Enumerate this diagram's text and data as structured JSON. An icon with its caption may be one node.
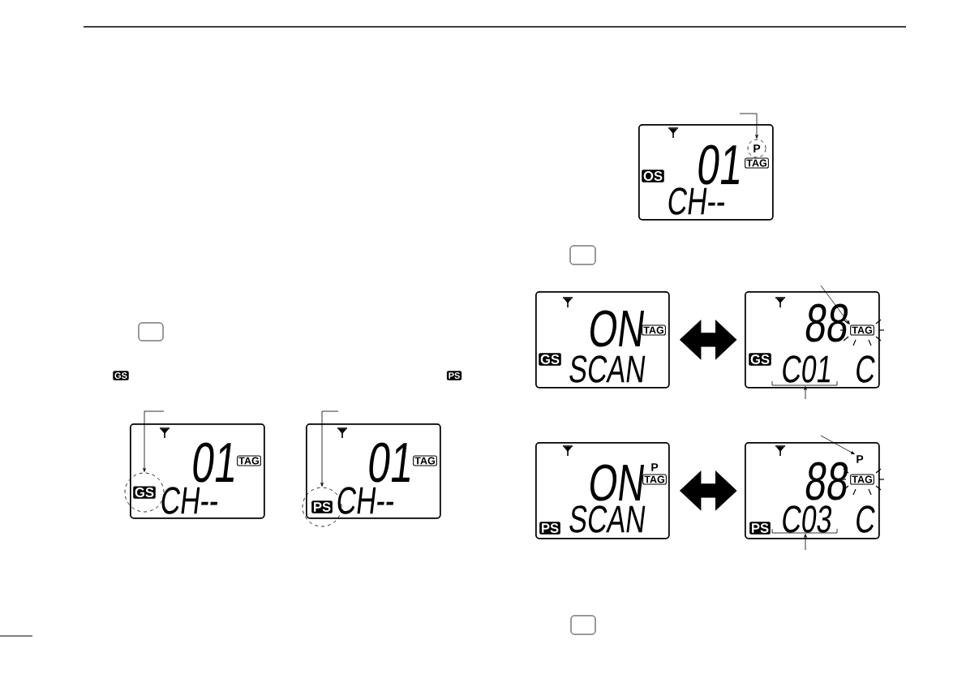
{
  "diagram": {
    "nodes": [
      {
        "text": [
          "GS"
        ]
      },
      {
        "text": [
          "PS"
        ]
      },
      {
        "text": [
          "01",
          "CH--"
        ]
      },
      {
        "text": [
          "GS"
        ],
        "in": 2
      },
      {
        "text": [
          "TAG"
        ],
        "in": 2
      },
      {
        "text": [
          "01",
          "CH--"
        ]
      },
      {
        "text": [
          "PS"
        ],
        "in": 5
      },
      {
        "text": [
          "TAG"
        ],
        "in": 5
      },
      {
        "text": [
          "01",
          "CH--"
        ]
      },
      {
        "text": [
          "OS"
        ],
        "in": 8
      },
      {
        "text": [
          "P"
        ],
        "in": 8
      },
      {
        "text": [
          "TAG"
        ],
        "in": 8
      },
      {
        "text": [
          "ON",
          "SCAN"
        ]
      },
      {
        "text": [
          "GS"
        ],
        "in": 12
      },
      {
        "text": [
          "TAG"
        ],
        "in": 12
      },
      {
        "text": [
          "88",
          "C"
        ]
      },
      {
        "text": [
          "GS"
        ],
        "in": 15
      },
      {
        "text": [
          "TAG"
        ],
        "in": 15
      },
      {
        "text": [
          "C01"
        ],
        "in": 15
      },
      {
        "text": [
          "ON",
          "SCAN"
        ]
      },
      {
        "text": [
          "PS"
        ],
        "in": 19
      },
      {
        "text": [
          "P"
        ],
        "in": 19
      },
      {
        "text": [
          "TAG"
        ],
        "in": 19
      },
      {
        "text": [
          "88",
          "C"
        ]
      },
      {
        "text": [
          "PS"
        ],
        "in": 23
      },
      {
        "text": [
          "P"
        ],
        "in": 23
      },
      {
        "text": [
          "TAG"
        ],
        "in": 23
      },
      {
        "text": [
          "C03"
        ],
        "in": 23
      }
    ],
    "edges": [
      {
        "from": null,
        "to": 3,
        "arrow": "to"
      },
      {
        "from": null,
        "to": 6,
        "arrow": "to"
      },
      {
        "from": null,
        "to": 10,
        "arrow": "to"
      },
      {
        "from": 12,
        "to": 15,
        "arrow": "both",
        "style": "thick"
      },
      {
        "from": null,
        "to": 17,
        "arrow": "to"
      },
      {
        "from": null,
        "to": 18,
        "arrow": "to"
      },
      {
        "from": 19,
        "to": 23,
        "arrow": "both",
        "style": "thick"
      },
      {
        "from": null,
        "to": 25,
        "arrow": "to"
      },
      {
        "from": null,
        "to": 27,
        "arrow": "to"
      }
    ]
  }
}
